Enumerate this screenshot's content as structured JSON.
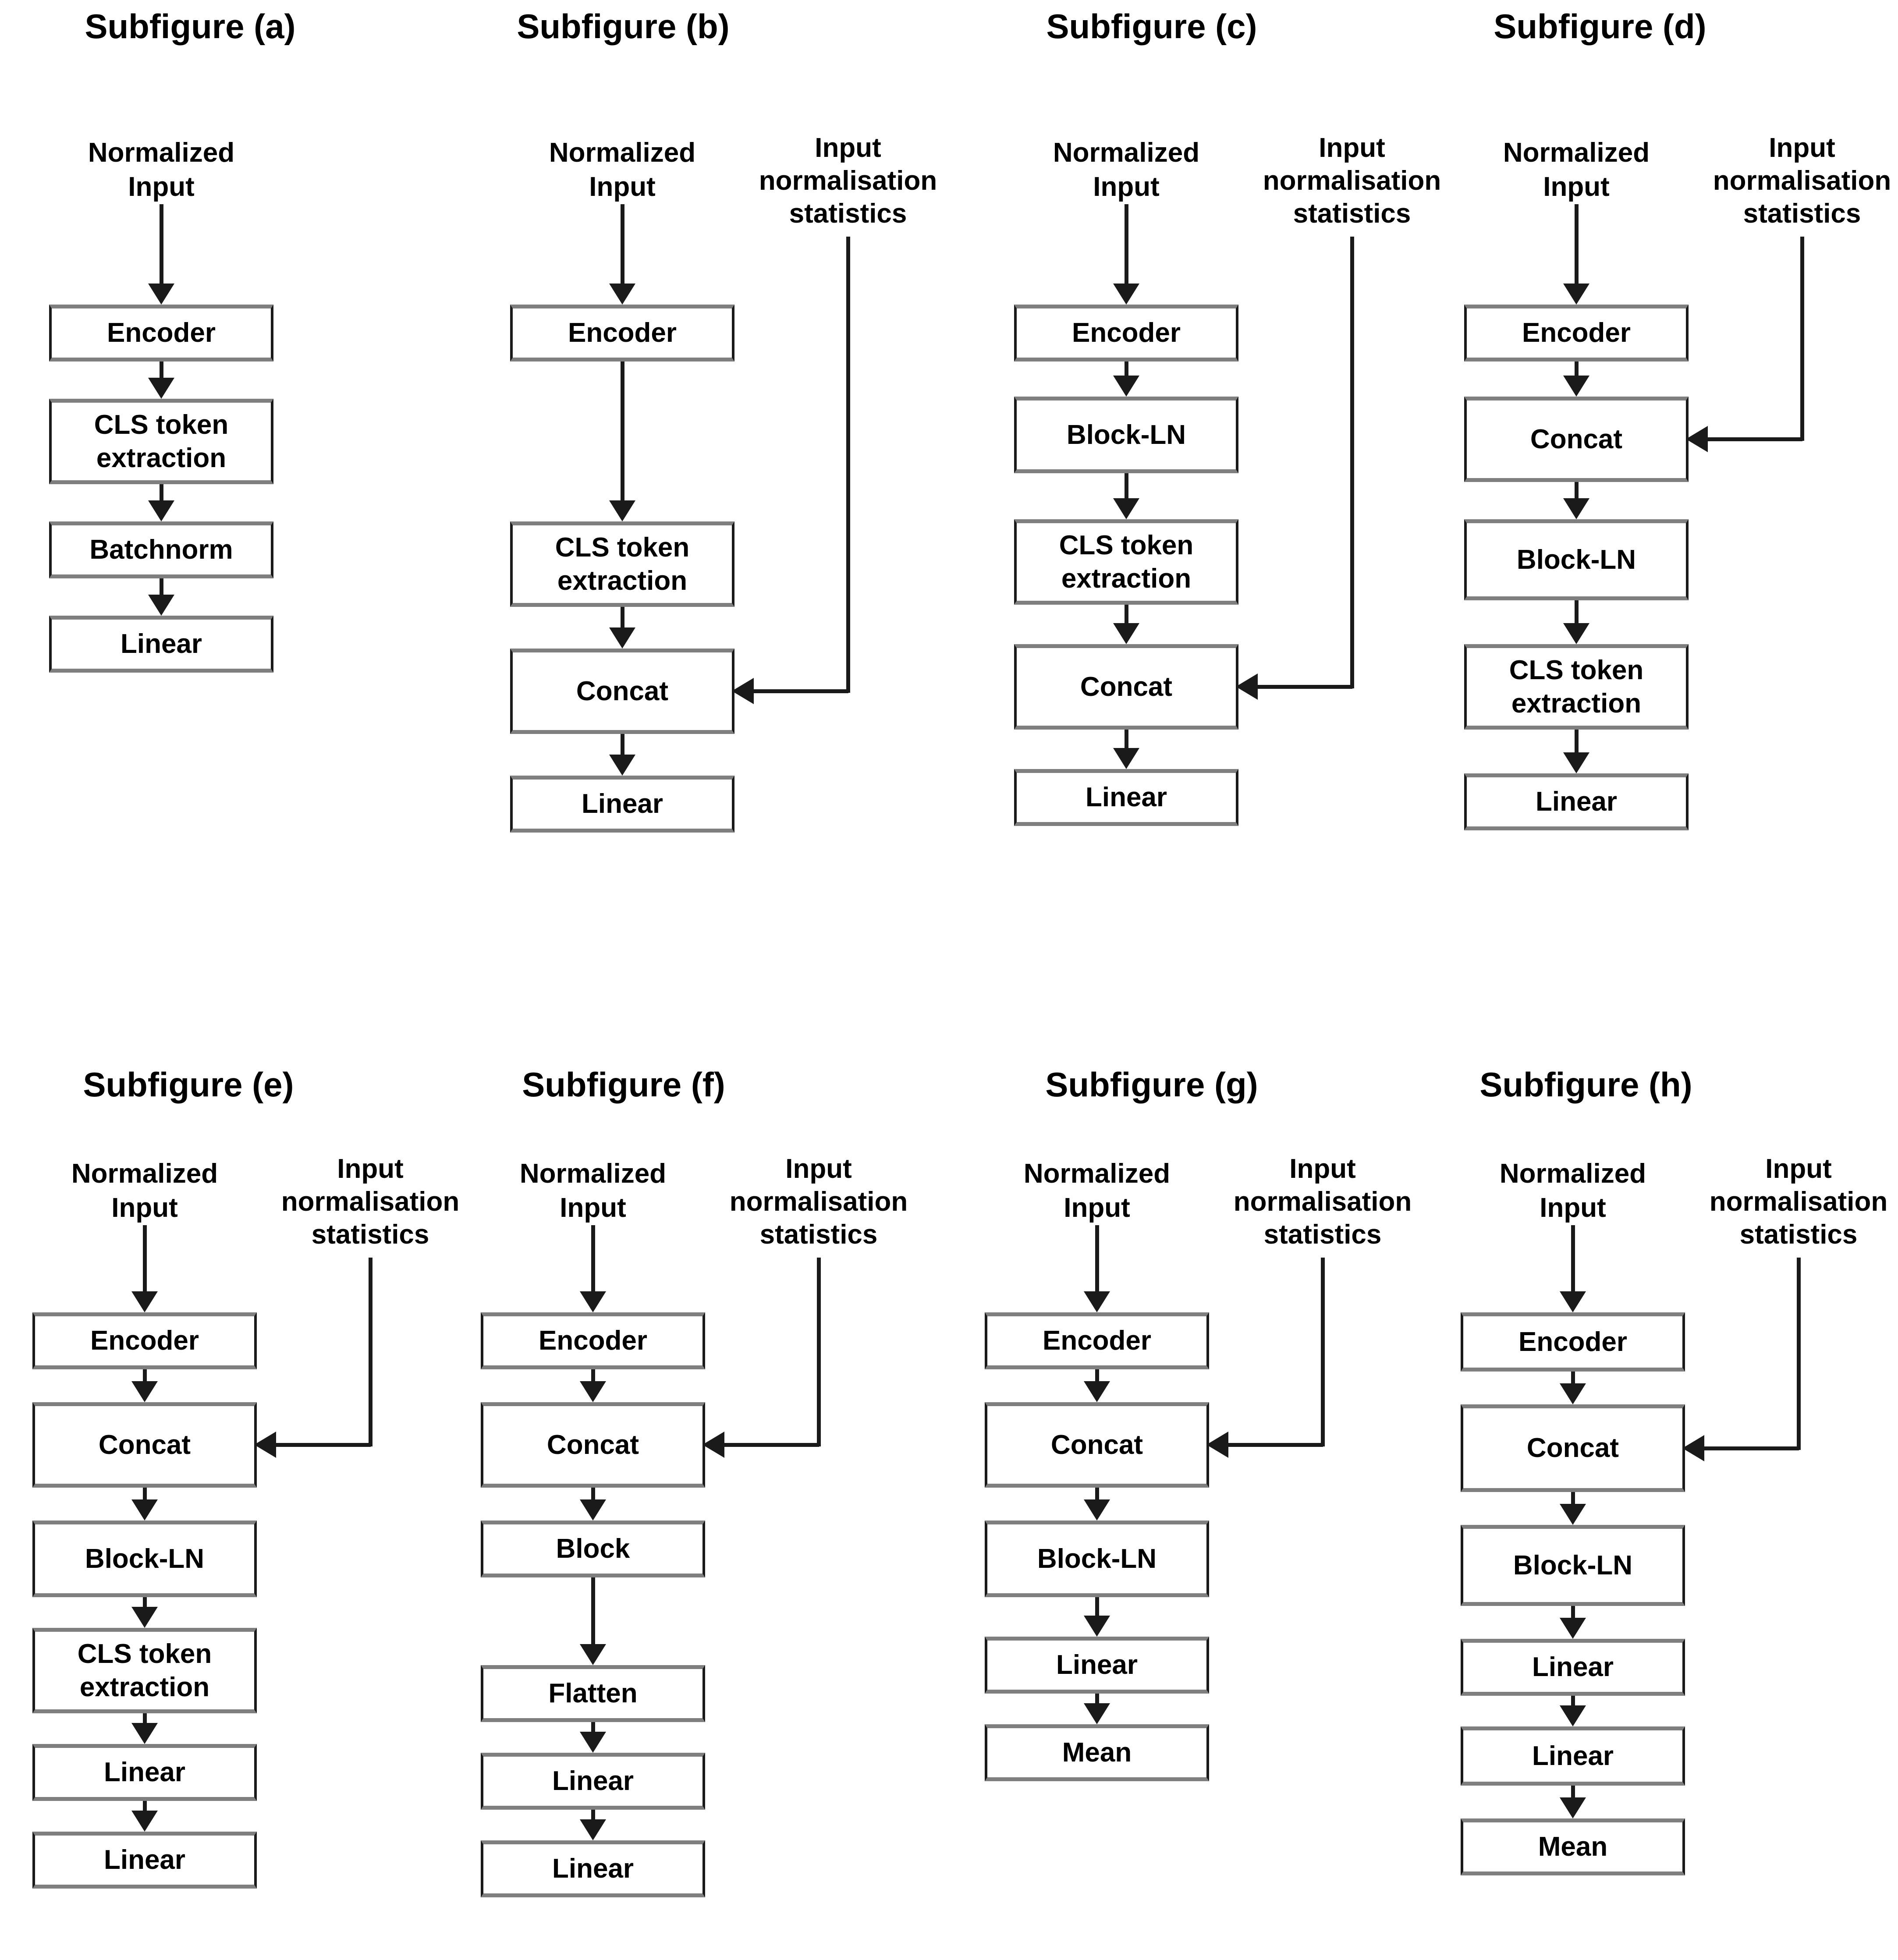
{
  "labels": {
    "normalized_input": "Normalized Input",
    "input_normalisation_statistics": "Input normalisation statistics"
  },
  "subfigures": {
    "a": {
      "title": "Subfigure (a)",
      "has_stats_input": false,
      "nodes": [
        "Encoder",
        "CLS token extraction",
        "Batchnorm",
        "Linear"
      ]
    },
    "b": {
      "title": "Subfigure (b)",
      "has_stats_input": true,
      "stats_connects_to": "Concat",
      "nodes": [
        "Encoder",
        "CLS token extraction",
        "Concat",
        "Linear"
      ]
    },
    "c": {
      "title": "Subfigure (c)",
      "has_stats_input": true,
      "stats_connects_to": "Concat",
      "nodes": [
        "Encoder",
        "Block-LN",
        "CLS token extraction",
        "Concat",
        "Linear"
      ]
    },
    "d": {
      "title": "Subfigure (d)",
      "has_stats_input": true,
      "stats_connects_to": "Concat",
      "nodes": [
        "Encoder",
        "Concat",
        "Block-LN",
        "CLS token extraction",
        "Linear"
      ]
    },
    "e": {
      "title": "Subfigure (e)",
      "has_stats_input": true,
      "stats_connects_to": "Concat",
      "nodes": [
        "Encoder",
        "Concat",
        "Block-LN",
        "CLS token extraction",
        "Linear",
        "Linear"
      ]
    },
    "f": {
      "title": "Subfigure (f)",
      "has_stats_input": true,
      "stats_connects_to": "Concat",
      "nodes": [
        "Encoder",
        "Concat",
        "Block",
        "Flatten",
        "Linear",
        "Linear"
      ]
    },
    "g": {
      "title": "Subfigure (g)",
      "has_stats_input": true,
      "stats_connects_to": "Concat",
      "nodes": [
        "Encoder",
        "Concat",
        "Block-LN",
        "Linear",
        "Mean"
      ]
    },
    "h": {
      "title": "Subfigure (h)",
      "has_stats_input": true,
      "stats_connects_to": "Concat",
      "nodes": [
        "Encoder",
        "Concat",
        "Block-LN",
        "Linear",
        "Linear",
        "Mean"
      ]
    }
  }
}
